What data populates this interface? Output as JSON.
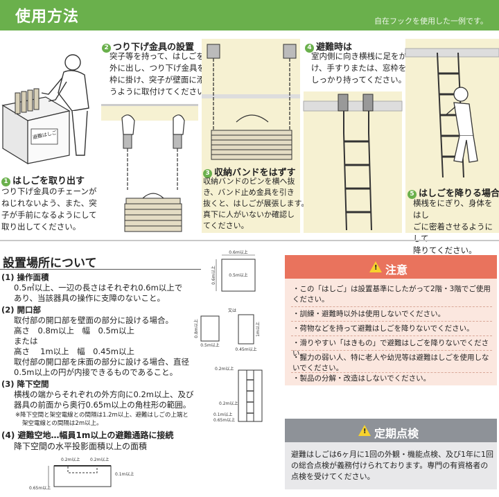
{
  "header": {
    "title": "使用方法",
    "note": "自在フックを使用した一例です。"
  },
  "steps": [
    {
      "num": "1",
      "title": "はしごを取り出す",
      "body": [
        "つり下げ金具のチェーンが",
        "ねじれないよう、また、突",
        "子が手前になるようにして",
        "取り出してください。"
      ],
      "box_label": "避難はしご"
    },
    {
      "num": "2",
      "title": "つり下げ金具の設置",
      "body": [
        "突子等を持って、はしごを",
        "外に出し、つり下げ金具を窓",
        "枠に掛け、突子が壁面に添",
        "うように取付けてください。"
      ]
    },
    {
      "num": "3",
      "title": "収納バンドをはずす",
      "body": [
        "収納バンドのピンを横へ抜",
        "き、バンド止め金具を引き",
        "抜くと、はしごが展張します。",
        "真下に人がいないか確認し",
        "てください。"
      ]
    },
    {
      "num": "4",
      "title": "避難時は",
      "body": [
        "室内側に向き横桟に足をか",
        "け、手すりまたは、窓枠を",
        "しっかり持ってください。"
      ]
    },
    {
      "num": "5",
      "title": "はしごを降りる場合",
      "body": [
        "横桟をにぎり、身体をはし",
        "ごに密着させるようにして",
        "降りてください。"
      ]
    }
  ],
  "placement": {
    "title": "設置場所について",
    "items": [
      {
        "head": "(1) 操作面積",
        "lines": [
          "0.5㎡以上、一辺の長さはそれぞれ0.6m以上で",
          "あり、当該器具の操作に支障のないこと。"
        ]
      },
      {
        "head": "(2) 開口部",
        "lines": [
          "取付部の開口部を壁面の部分に設ける場合。",
          "高さ　0.8m以上　幅　0.5m以上",
          "または",
          "高さ　 1m以上　幅　0.45m以上",
          "取付部の開口部を床面の部分に設ける場合、直径",
          "0.5m以上の円が内接できるものであること。"
        ]
      },
      {
        "head": "(3) 降下空間",
        "lines": [
          "横桟の端からそれぞれの外方向に0.2m以上、及び",
          "器具の前面から奥行0.65m以上の角柱形の範囲。"
        ],
        "notes": [
          "※降下空間と架空電線との間隔は1.2m以上、避難はしごの上端と",
          "架空電線との間隔は2m以上。"
        ]
      },
      {
        "head": "(4) 避難空地…幅員1m以上の避難通路に接続",
        "lines": [
          "降下空間の水平投影面積以上の面積"
        ]
      }
    ],
    "diagram_labels": {
      "area_top": "0.6m以上",
      "area_center": "0.5m以上",
      "area_side": "0.6m以上",
      "opening_caption": "又は",
      "opening1_w": "0.5m以上",
      "opening1_h": "0.8m以上",
      "opening2_w": "0.45m以上",
      "opening2_h": "1m以上",
      "space_top": "0.2m以上",
      "space_mid": "0.2m以上",
      "space_low": "0.1m以上",
      "space_depth": "0.65m以上",
      "plan_left": "0.2m以上",
      "plan_right": "0.2m以上",
      "plan_side": "0.1m以上",
      "plan_depth": "0.65m以上"
    }
  },
  "caution": {
    "title": "注意",
    "items": [
      "この「はしご」は設置基準にしたがって2階・3階でご使用ください。",
      "訓練・避難時以外は使用しないでください。",
      "荷物などを持って避難はしごを降りないでください。",
      "滑りやすい「はきもの」で避難はしごを降りないでください。",
      "握力の弱い人、特に老人や幼児等は避難はしごを使用しないでください。",
      "製品の分解・改造はしないでください。"
    ]
  },
  "inspection": {
    "title": "定期点検",
    "body": "避難はしごは6ヶ月に1回の外観・機能点検、及び1年に1回の総合点検が義務付けられております。専門の有資格者の点検を受けてください。"
  },
  "colors": {
    "green": "#6ab04c",
    "caution": "#e9735d",
    "inspection": "#8e9298",
    "panel": "#f6f1d2"
  }
}
